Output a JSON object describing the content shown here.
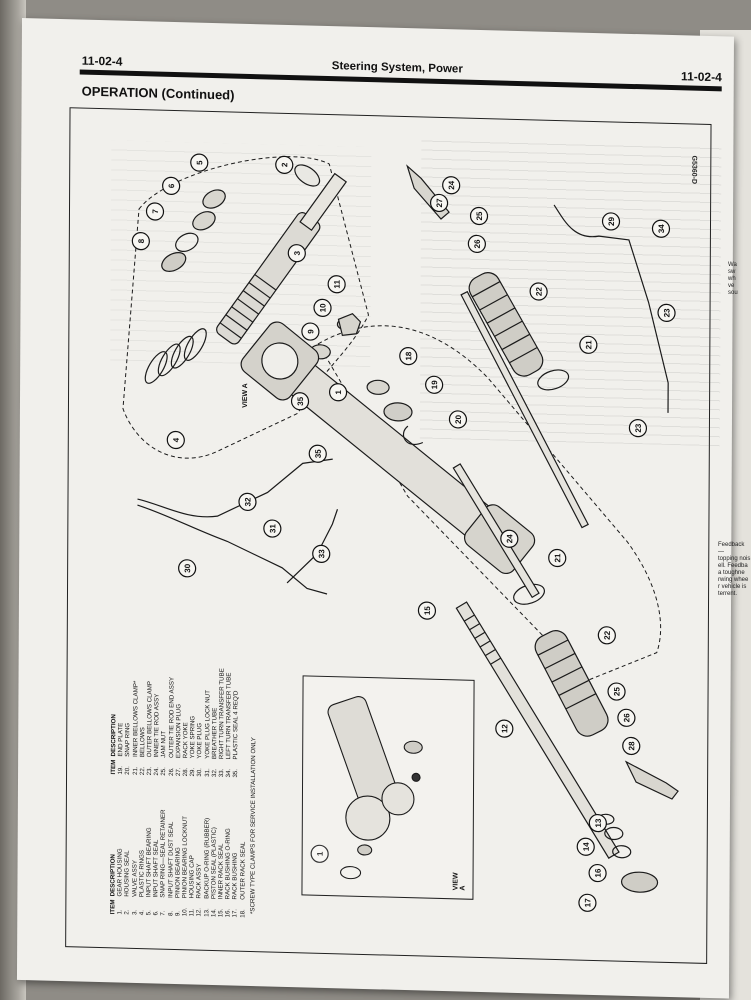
{
  "header": {
    "left": "11-02-4",
    "center": "Steering System, Power",
    "right": "11-02-4"
  },
  "section_title": "OPERATION (Continued)",
  "figure_code": "G5360-D",
  "view_label": "VIEW A",
  "legend": {
    "col_item": "ITEM",
    "col_description": "DESCRIPTION",
    "items_left": [
      {
        "n": "1.",
        "d": "GEAR HOUSING"
      },
      {
        "n": "2.",
        "d": "HOUSING SEAL"
      },
      {
        "n": "3.",
        "d": "VALVE ASSY"
      },
      {
        "n": "4.",
        "d": "PLASTIC RINGS"
      },
      {
        "n": "5.",
        "d": "INPUT SHAFT BEARING"
      },
      {
        "n": "6.",
        "d": "INPUT SHAFT SEAL"
      },
      {
        "n": "7.",
        "d": "SNAP RING—SEAL RETAINER"
      },
      {
        "n": "8.",
        "d": "INPUT SHAFT DUST SEAL"
      },
      {
        "n": "9.",
        "d": "PINION BEARING"
      },
      {
        "n": "10.",
        "d": "PINION BEARING LOCKNUT"
      },
      {
        "n": "11.",
        "d": "HOUSING CAP"
      },
      {
        "n": "12.",
        "d": "RACK ASSY"
      },
      {
        "n": "13.",
        "d": "BACKUP O-RING (RUBBER)"
      },
      {
        "n": "14.",
        "d": "PISTON SEAL (PLASTIC)"
      },
      {
        "n": "15.",
        "d": "INNER RACK SEAL"
      },
      {
        "n": "16.",
        "d": "RACK BUSHING O-RING"
      },
      {
        "n": "17.",
        "d": "RACK BUSHING"
      },
      {
        "n": "18.",
        "d": "OUTER RACK SEAL"
      }
    ],
    "items_right": [
      {
        "n": "19.",
        "d": "END PLATE"
      },
      {
        "n": "20.",
        "d": "SNAP RING"
      },
      {
        "n": "21.",
        "d": "INNER BELLOWS CLAMP*"
      },
      {
        "n": "22.",
        "d": "BELLOWS"
      },
      {
        "n": "23.",
        "d": "OUTER BELLOWS CLAMP"
      },
      {
        "n": "24.",
        "d": "INNER TIE ROD ASSY"
      },
      {
        "n": "25.",
        "d": "JAM NUT"
      },
      {
        "n": "26.",
        "d": "OUTER TIE ROD END ASSY"
      },
      {
        "n": "27.",
        "d": "EXPANSION PLUG"
      },
      {
        "n": "28.",
        "d": "RACK YOKE"
      },
      {
        "n": "29.",
        "d": "YOKE SPRING"
      },
      {
        "n": "30.",
        "d": "YOKE PLUG"
      },
      {
        "n": "31.",
        "d": "YOKE PLUG LOCK NUT"
      },
      {
        "n": "32.",
        "d": "BREATHER TUBE"
      },
      {
        "n": "33.",
        "d": "RIGHT TURN TRANSFER TUBE"
      },
      {
        "n": "34.",
        "d": "LEFT TURN TRANSFER TUBE"
      },
      {
        "n": "35.",
        "d": "PLASTIC SEAL 4 REQ'D"
      }
    ],
    "footnote": "*SCREW TYPE CLAMPS FOR SERVICE INSTALLATION ONLY"
  },
  "callouts": [
    "1",
    "2",
    "3",
    "4",
    "5",
    "6",
    "7",
    "8",
    "9",
    "10",
    "11",
    "12",
    "13",
    "14",
    "15",
    "16",
    "17",
    "18",
    "19",
    "20",
    "21",
    "21",
    "22",
    "22",
    "23",
    "23",
    "24",
    "24",
    "25",
    "25",
    "26",
    "26",
    "27",
    "28",
    "29",
    "30",
    "31",
    "32",
    "33",
    "34",
    "35",
    "35",
    "1"
  ],
  "margin_notes": {
    "right_top": [
      "Wa",
      "sw",
      "wh",
      "ve",
      "sou"
    ],
    "right_mid": [
      "Feedback —",
      "topping nois",
      "ell. Feedba",
      "a toughne",
      "rwing whee",
      "r vehicle is",
      "terrent."
    ]
  }
}
